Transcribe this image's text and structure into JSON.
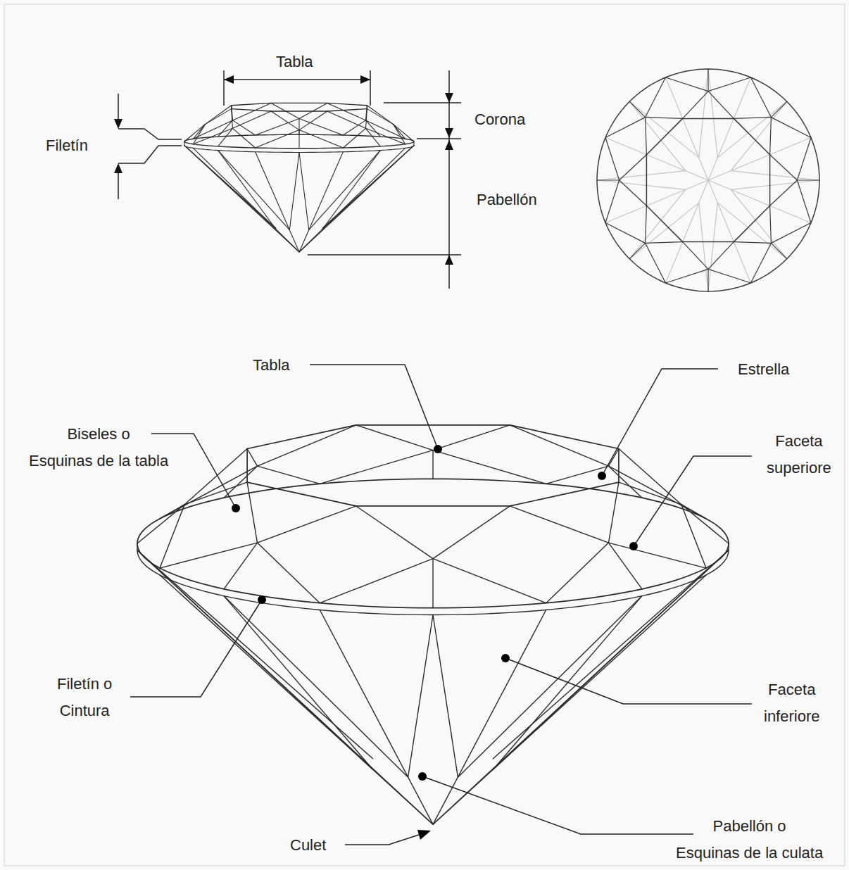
{
  "diagram": {
    "labels": [
      "Tabla",
      "Filetín",
      "Corona",
      "Pabellón",
      "Tabla",
      "Estrella",
      "Biseles o Esquinas de la tabla",
      "Faceta superiore",
      "Filetín o Cintura",
      "Faceta inferiore",
      "Culet",
      "Pabellón o Esquinas de la culata"
    ]
  }
}
